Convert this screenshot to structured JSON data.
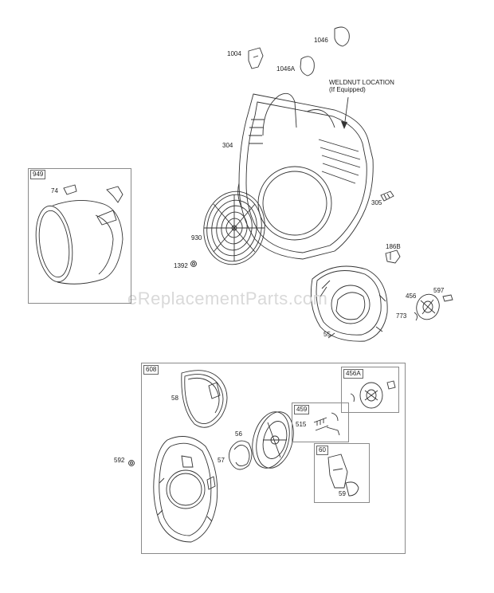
{
  "watermark": "eReplacementParts.com",
  "note": {
    "line1": "WELDNUT LOCATION",
    "line2": "(If Equipped)"
  },
  "kits": {
    "k949": "949",
    "k608": "608",
    "k459": "459",
    "k456A": "456A",
    "k60": "60"
  },
  "labels": {
    "p1004": "1004",
    "p1046": "1046",
    "p1046A": "1046A",
    "p304": "304",
    "p305": "305",
    "p930": "930",
    "p1392": "1392",
    "p186B": "186B",
    "p55": "55",
    "p456": "456",
    "p597": "597",
    "p773": "773",
    "p74": "74",
    "p58": "58",
    "p56": "56",
    "p57": "57",
    "p515": "515",
    "p592": "592",
    "p59": "59"
  }
}
